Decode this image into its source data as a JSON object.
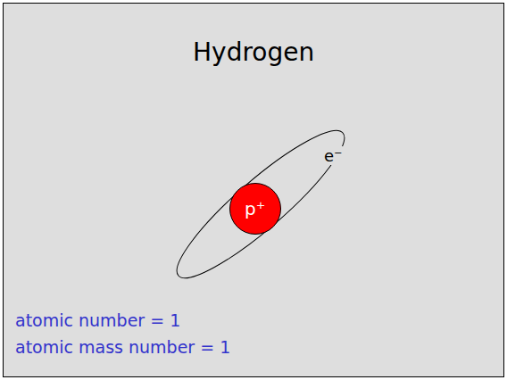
{
  "diagram": {
    "title": "Hydrogen",
    "nodes": [
      {
        "text": [
          "p⁺"
        ]
      }
    ],
    "labels": [
      "e⁻",
      "atomic number = 1",
      "atomic mass number = 1"
    ]
  }
}
